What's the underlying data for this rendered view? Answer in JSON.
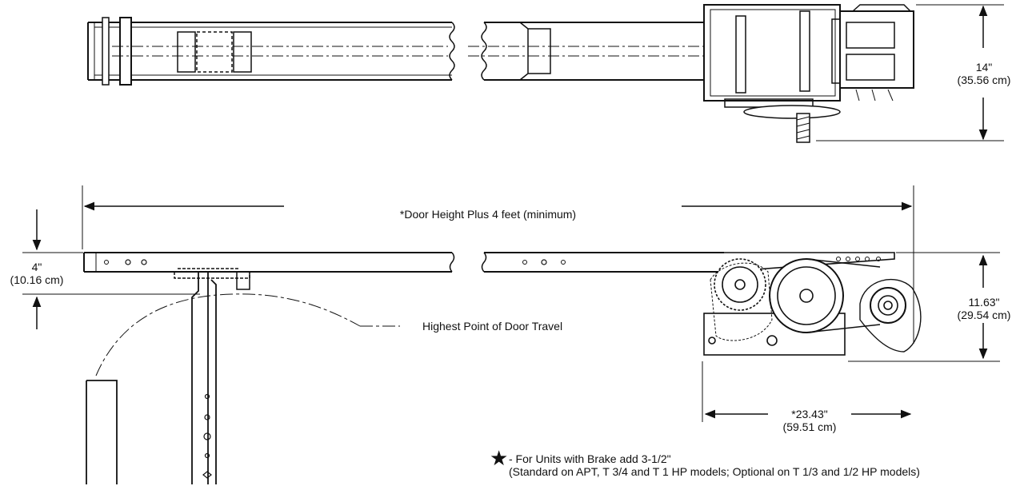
{
  "dimensions": {
    "top_height": {
      "imperial": "14\"",
      "metric": "(35.56 cm)"
    },
    "door_clearance": {
      "imperial": "4\"",
      "metric": "(10.16 cm)"
    },
    "unit_height": {
      "imperial": "11.63\"",
      "metric": "(29.54 cm)"
    },
    "unit_length": {
      "imperial": "*23.43\"",
      "metric": "(59.51 cm)"
    },
    "rail_length": "*Door Height Plus 4 feet (minimum)"
  },
  "labels": {
    "highest_point": "Highest Point of Door Travel"
  },
  "footnote": {
    "star": "★",
    "line1": "- For Units with Brake add 3-1/2\"",
    "line2": "(Standard on APT, T 3/4 and T 1 HP models; Optional on T 1/3 and 1/2 HP models)"
  }
}
